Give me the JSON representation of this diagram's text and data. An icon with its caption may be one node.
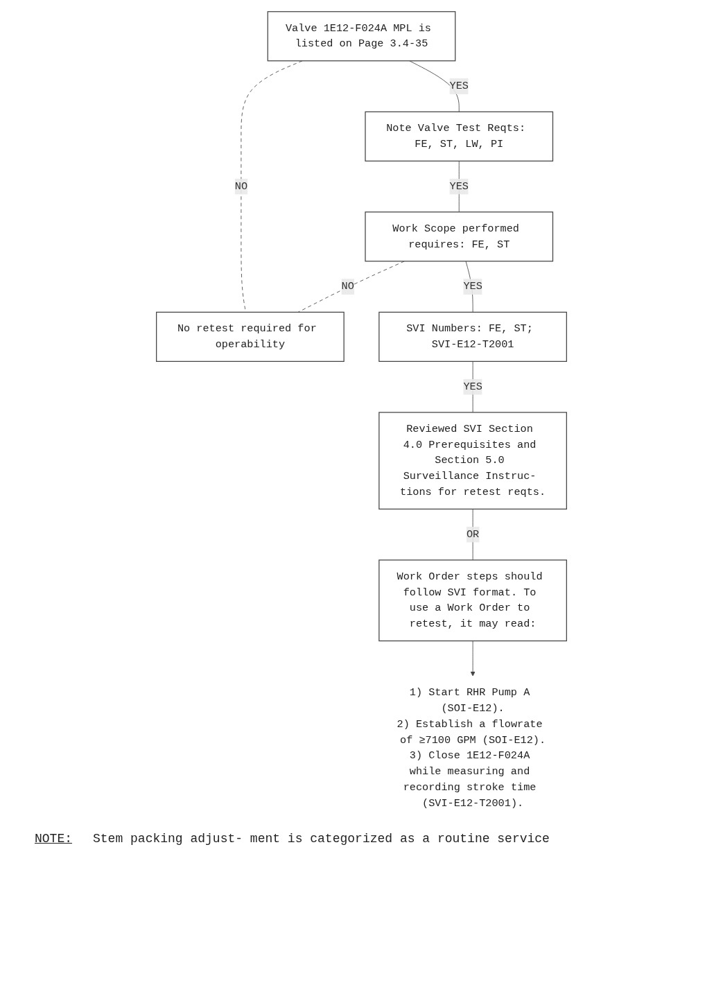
{
  "diagram": {
    "nodes": [
      {
        "text": [
          "Valve 1E12-F024A MPL is listed on Page 3.4-35"
        ]
      },
      {
        "text": [
          "No retest required for operability"
        ]
      },
      {
        "text": [
          "Note Valve Test Reqts: FE, ST, LW, PI"
        ]
      },
      {
        "text": [
          "Work Scope performed requires: FE, ST"
        ]
      },
      {
        "text": [
          "SVI Numbers: FE, ST; SVI-E12-T2001"
        ]
      },
      {
        "text": [
          "Reviewed SVI Section 4.0 Prerequisites and Section 5.0 Surveillance Instruc- tions for retest reqts."
        ]
      },
      {
        "text": [
          "Work Order steps should follow SVI format. To use a Work Order to retest, it may read:"
        ]
      },
      {
        "text": [
          "1) Start RHR Pump A (SOI-E12).",
          "2) Establish a flowrate of ≥7100 GPM (SOI-E12).",
          "3) Close 1E12-F024A while measuring and recording stroke time (SVI-E12-T2001)."
        ]
      }
    ],
    "edges": [
      {
        "from": 0,
        "to": 1,
        "arrow": "none",
        "label": "NO",
        "style": "dashed"
      },
      {
        "from": 0,
        "to": 2,
        "arrow": "none",
        "label": "YES"
      },
      {
        "from": 2,
        "to": 3,
        "arrow": "none",
        "label": "YES"
      },
      {
        "from": 3,
        "to": 1,
        "arrow": "none",
        "label": "NO",
        "style": "dashed"
      },
      {
        "from": 3,
        "to": 4,
        "arrow": "none",
        "label": "YES"
      },
      {
        "from": 4,
        "to": 5,
        "arrow": "none",
        "label": "YES"
      },
      {
        "from": 5,
        "to": 6,
        "arrow": "none",
        "label": "OR"
      },
      {
        "from": 6,
        "to": 7,
        "arrow": "to"
      }
    ],
    "labels": [
      "NOTE:",
      "Stem packing adjust- ment is categorized as a routine service"
    ]
  }
}
